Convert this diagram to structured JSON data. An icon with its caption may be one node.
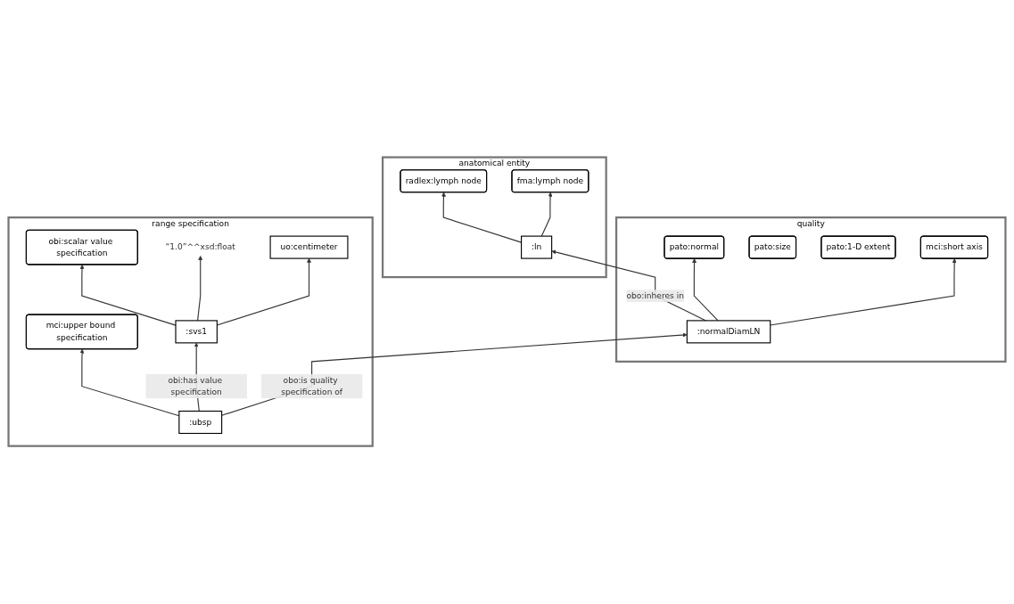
{
  "diagram": {
    "nodes": [
      {
        "text": [
          "quality"
        ]
      },
      {
        "text": [
          "pato:normal"
        ],
        "in": 0
      },
      {
        "text": [
          "pato:size"
        ],
        "in": 0
      },
      {
        "text": [
          "pato:1-D extent"
        ],
        "in": 0
      },
      {
        "text": [
          "mci:short axis"
        ],
        "in": 0
      },
      {
        "text": [
          ":normalDiamLN"
        ],
        "in": 0
      },
      {
        "text": [
          "anatomical entity"
        ]
      },
      {
        "text": [
          "radlex:lymph node"
        ],
        "in": 6
      },
      {
        "text": [
          "fma:lymph node"
        ],
        "in": 6
      },
      {
        "text": [
          ":ln"
        ],
        "in": 6
      },
      {
        "text": [
          "range specification"
        ]
      },
      {
        "text": [
          "mci:upper bound specification"
        ],
        "in": 10
      },
      {
        "text": [
          "obi:scalar value specification"
        ],
        "in": 10
      },
      {
        "text": [
          ":ubsp"
        ],
        "in": 10
      },
      {
        "text": [
          ":svs1"
        ],
        "in": 10
      },
      {
        "text": [
          "“1.0”^^xsd:float"
        ],
        "in": 10
      },
      {
        "text": [
          "uo:centimeter"
        ],
        "in": 10
      }
    ],
    "edges": [
      {
        "from": 5,
        "to": 4,
        "arrow": "to"
      },
      {
        "from": 5,
        "to": 1,
        "arrow": "to"
      },
      {
        "from": 9,
        "to": 8,
        "arrow": "to"
      },
      {
        "from": 9,
        "to": 7,
        "arrow": "to"
      },
      {
        "from": 5,
        "to": 9,
        "arrow": "to",
        "label": "obo:inheres in"
      },
      {
        "from": 13,
        "to": 5,
        "arrow": "to",
        "label": "obo:is quality specification of"
      },
      {
        "from": 13,
        "to": 11,
        "arrow": "to"
      },
      {
        "from": 13,
        "to": 14,
        "arrow": "to",
        "label": "obi:has value specification"
      },
      {
        "from": 14,
        "to": 12,
        "arrow": "to"
      },
      {
        "from": 14,
        "to": 15,
        "arrow": "to"
      },
      {
        "from": 14,
        "to": 16,
        "arrow": "to"
      }
    ]
  }
}
